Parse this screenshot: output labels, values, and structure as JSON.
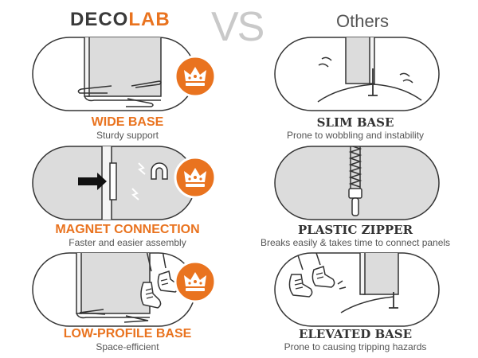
{
  "header": {
    "brand_prefix": "DECO",
    "brand_suffix": "LAB",
    "vs_label": "VS",
    "others_label": "Others"
  },
  "colors": {
    "accent": "#e9731f",
    "panel_bg": "#dcdcdc",
    "dark_text": "#333333"
  },
  "left": [
    {
      "title": "WIDE BASE",
      "subtitle": "Sturdy support",
      "badge_icon": "crown-icon"
    },
    {
      "title": "MAGNET CONNECTION",
      "subtitle": "Faster and easier assembly",
      "badge_icon": "crown-icon"
    },
    {
      "title": "LOW-PROFILE BASE",
      "subtitle": "Space-efficient",
      "badge_icon": "crown-icon"
    }
  ],
  "right": [
    {
      "title": "SLIM BASE",
      "subtitle": "Prone to wobbling and instability"
    },
    {
      "title": "PLASTIC ZIPPER",
      "subtitle": "Breaks easily & takes time to connect panels"
    },
    {
      "title": "ELEVATED BASE",
      "subtitle": "Prone to causing tripping hazards"
    }
  ]
}
